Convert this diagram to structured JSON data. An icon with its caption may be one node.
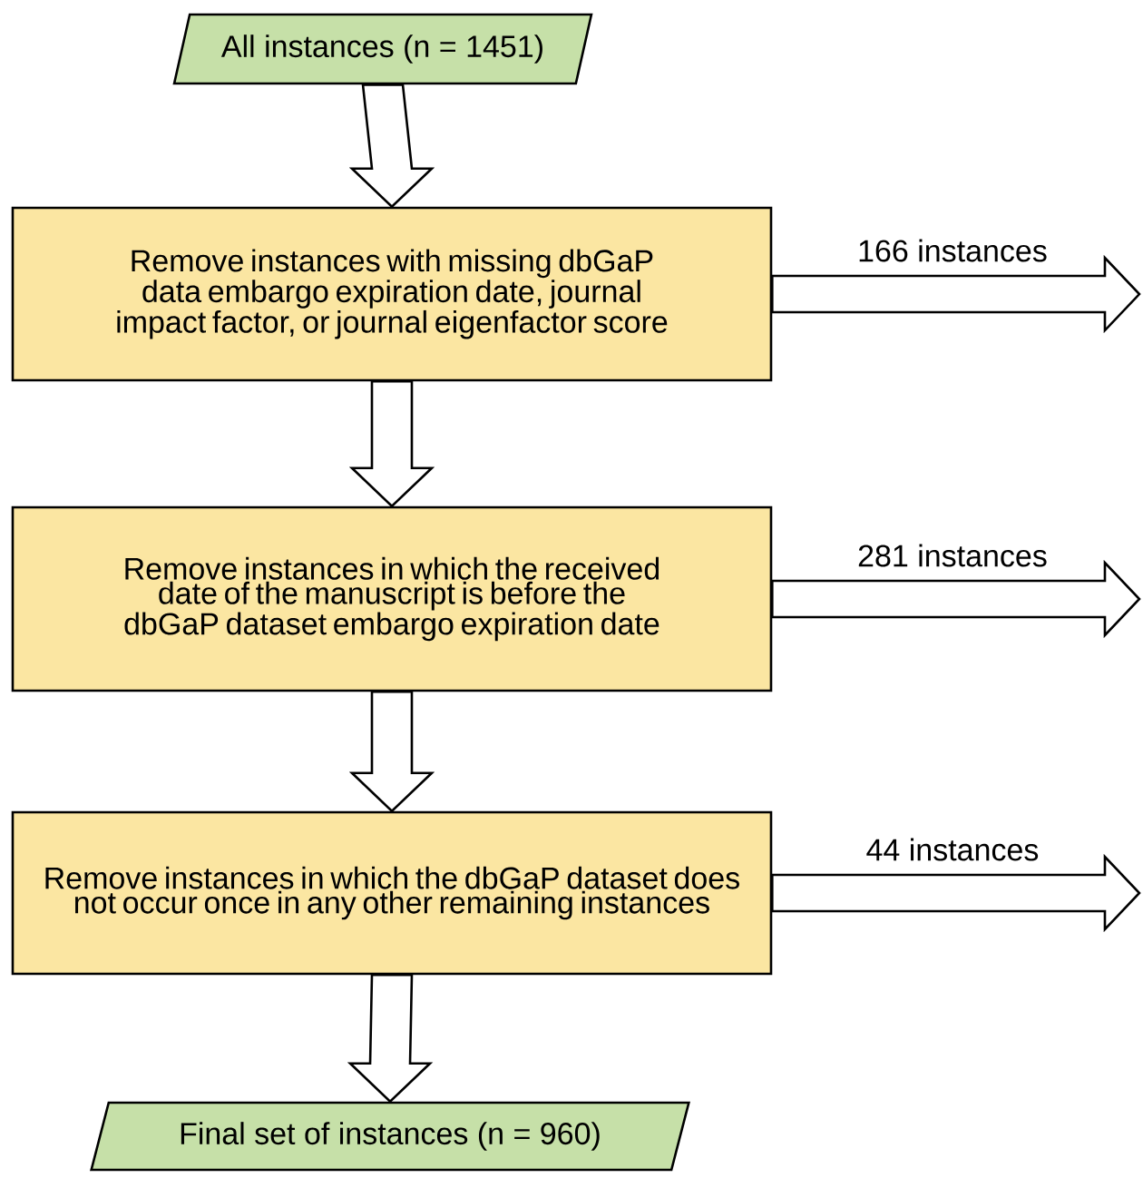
{
  "diagram": {
    "nodes": [
      {
        "text": [
          "All instances (n = 1451)"
        ]
      },
      {
        "text": [
          "Remove instances with missing dbGaP data embargo expiration date, journal impact factor, or journal eigenfactor score"
        ]
      },
      {
        "text": [
          "Remove instances in which the received date of the manuscript is before the dbGaP dataset embargo expiration date"
        ]
      },
      {
        "text": [
          "Remove instances in which the dbGaP dataset does not occur once in any other remaining instances"
        ]
      },
      {
        "text": [
          "Final set of instances (n = 960)"
        ]
      }
    ],
    "edges": [
      {
        "from": 0,
        "to": 1,
        "arrow": "to"
      },
      {
        "from": 1,
        "to": 2,
        "arrow": "to"
      },
      {
        "from": 2,
        "to": 3,
        "arrow": "to"
      },
      {
        "from": 3,
        "to": 4,
        "arrow": "to"
      },
      {
        "from": 1,
        "to": null,
        "arrow": "to",
        "label": "166 instances"
      },
      {
        "from": 2,
        "to": null,
        "arrow": "to",
        "label": "281 instances"
      },
      {
        "from": 3,
        "to": null,
        "arrow": "to",
        "label": "44 instances"
      }
    ]
  }
}
